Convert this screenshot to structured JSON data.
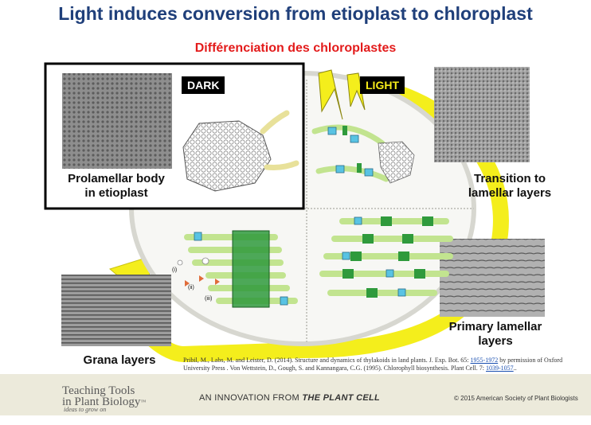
{
  "title": "Light induces conversion from etioplast to chloroplast",
  "subtitle": "Différenciation des chloroplastes",
  "tags": {
    "dark": "DARK",
    "light": "LIGHT"
  },
  "labels": {
    "prolamellar": "Prolamellar body\nin etioplast",
    "transition": "Transition to\nlamellar layers",
    "primary": "Primary lamellar\nlayers",
    "grana": "Grana layers",
    "step_i": "(i)",
    "step_ii": "(ii)",
    "step_iii": "(iii)"
  },
  "citation": {
    "part1": "Pribil, M., Labs, M. and Leister, D. (2014). Structure and dynamics of thylakoids in land plants. J. Exp. Bot. 65: ",
    "link1": "1955-1972",
    "part2": " by permission of Oxford University Press . Von Wettstein, D., Gough, S. and Kannangara, C.G. (1995). Chlorophyll biosynthesis. Plant Cell. 7: ",
    "link2": "1039-1057",
    "part3": ".."
  },
  "footer": {
    "logo_line1": "Teaching Tools",
    "logo_line2": "in Plant Biology",
    "logo_tm": "™",
    "tagline": "ideas to grow on",
    "center_prefix": "AN INNOVATION FROM ",
    "center_brand": "THE PLANT CELL",
    "copyright": "© 2015 American Society of Plant Biologists"
  },
  "colors": {
    "title": "#1f3f7a",
    "subtitle": "#e31b1b",
    "arrow_yellow": "#f4ee1c",
    "membrane_green": "#b8e28a",
    "granum_green": "#2f9a3c",
    "granum_cyan": "#59c3e3",
    "footer_bg": "#eceadb",
    "logo_orange": "#e87a2a"
  }
}
